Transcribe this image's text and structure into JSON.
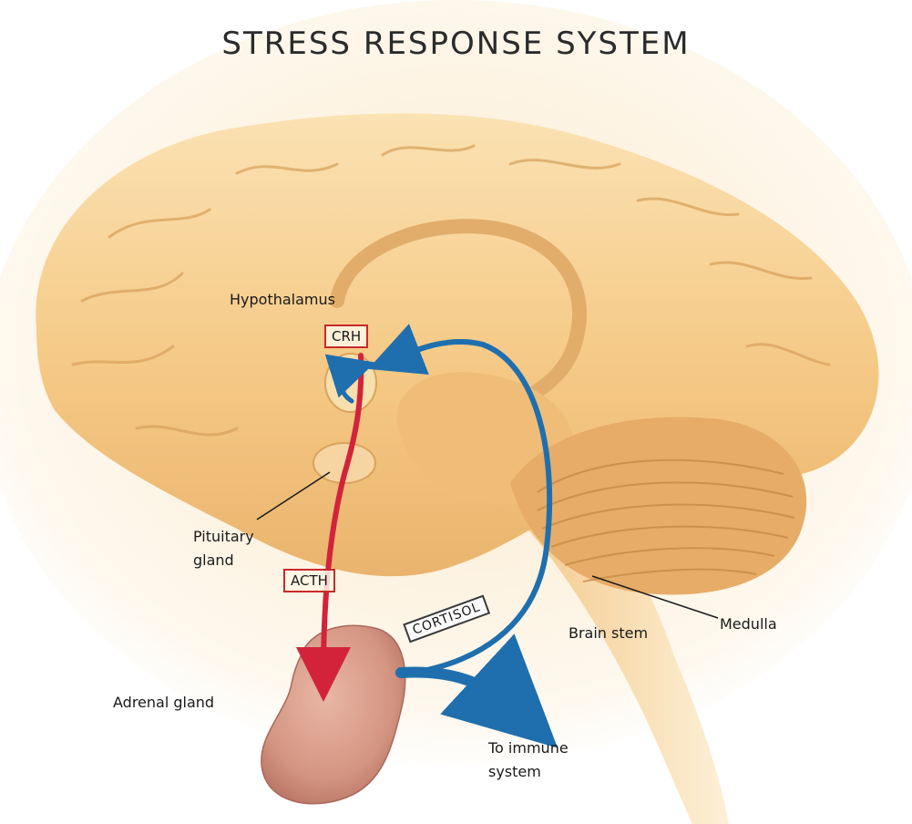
{
  "title": "STRESS RESPONSE SYSTEM",
  "labels": {
    "hypothalamus": "Hypothalamus",
    "crh": "CRH",
    "pituitary_line1": "Pituitary",
    "pituitary_line2": "gland",
    "acth": "ACTH",
    "cortisol": "CORTISOL",
    "brain_stem": "Brain stem",
    "medulla": "Medulla",
    "adrenal": "Adrenal gland",
    "immune_line1": "To immune",
    "immune_line2": "system"
  },
  "colors": {
    "brain": "#f7d49a",
    "brain_shadow": "#e0a962",
    "red_arrow": "#d3233a",
    "blue_arrow": "#1f6fae",
    "adrenal": "#d79e8e",
    "box_border": "#c82a2a"
  }
}
